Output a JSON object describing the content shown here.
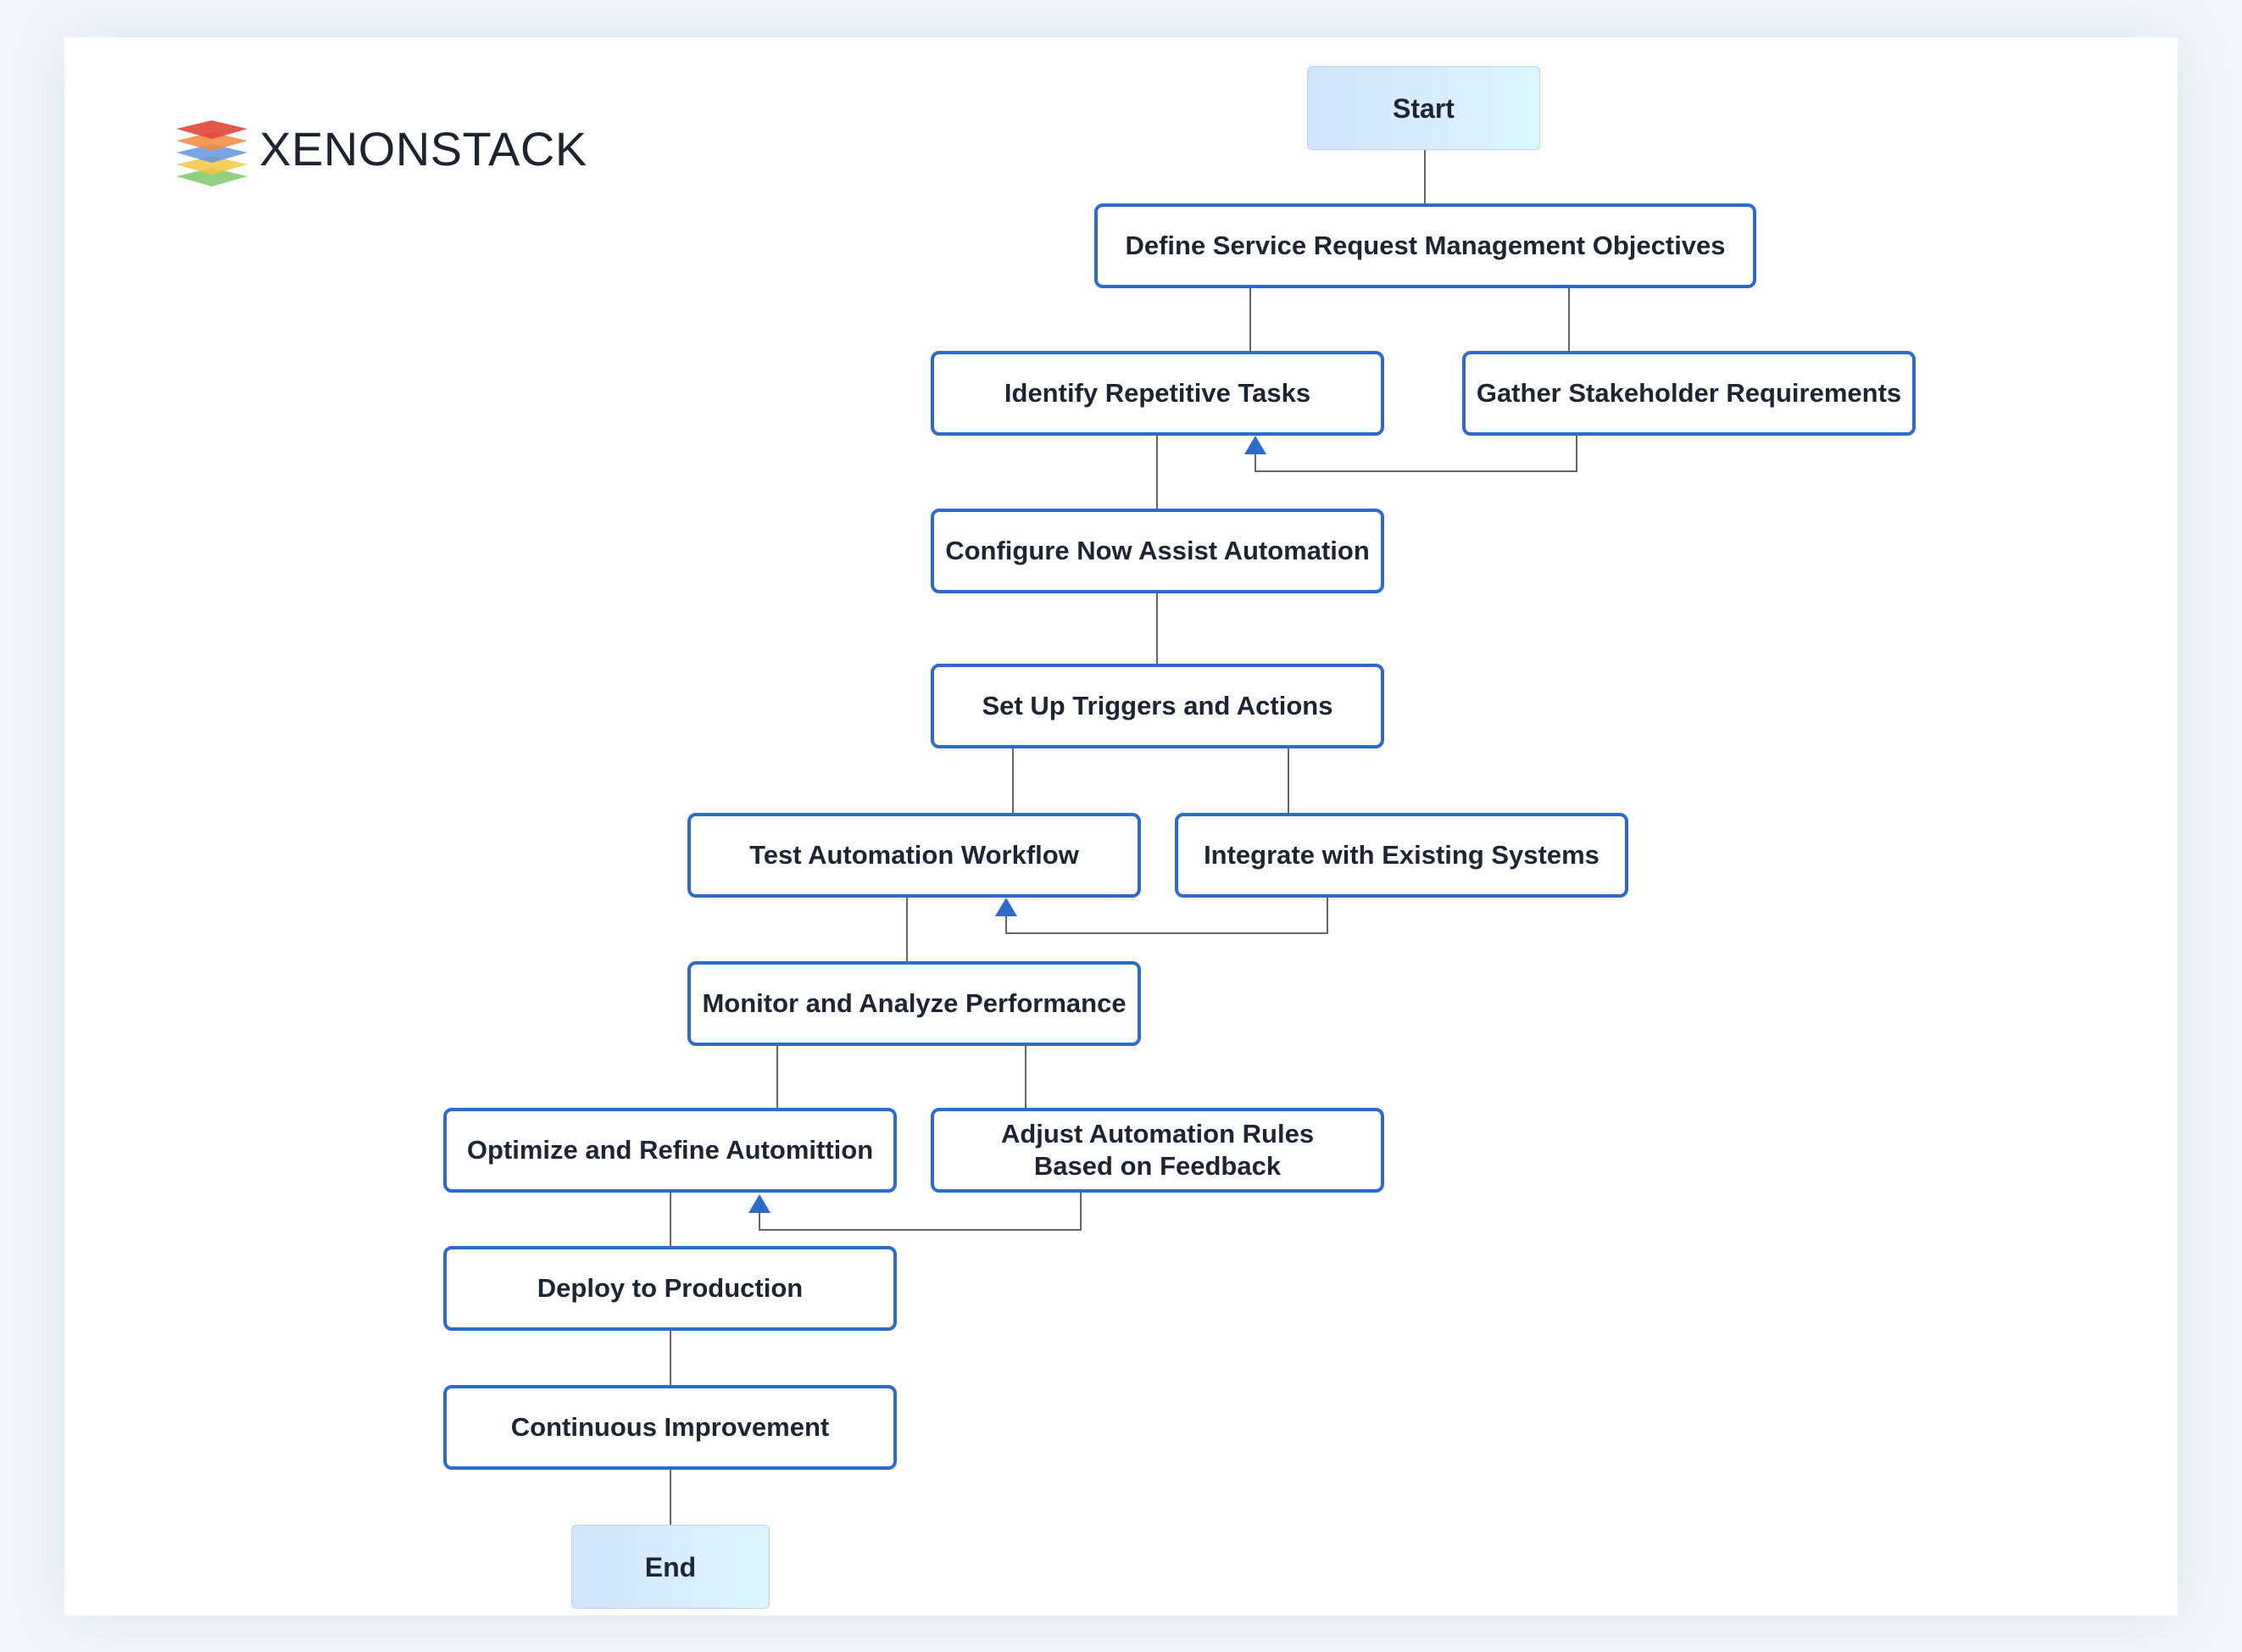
{
  "brand": {
    "name": "XENONSTACK",
    "logo_icon": "layered-stack-logo-icon",
    "logo_colors": [
      "#e0463a",
      "#f2883d",
      "#5b8fe0",
      "#f4c542",
      "#7ec86b"
    ]
  },
  "colors": {
    "node_border": "#2d6acc",
    "arrow": "#2d6acc",
    "connector": "#666666",
    "terminal_fill": "#d3e5fb",
    "text": "#1d2433"
  },
  "nodes": {
    "start": "Start",
    "define_objectives": "Define Service Request Management Objectives",
    "identify_tasks": "Identify Repetitive Tasks",
    "gather_requirements": "Gather Stakeholder Requirements",
    "configure_automation": "Configure Now Assist Automation",
    "setup_triggers": "Set Up Triggers and Actions",
    "test_workflow": "Test Automation Workflow",
    "integrate_systems": "Integrate with Existing Systems",
    "monitor_performance": "Monitor and Analyze Performance",
    "optimize_refine": "Optimize and Refine Automittion",
    "adjust_rules": "Adjust Automation Rules\nBased on Feedback",
    "deploy_production": "Deploy to Production",
    "continuous_improvement": "Continuous Improvement",
    "end": "End"
  }
}
